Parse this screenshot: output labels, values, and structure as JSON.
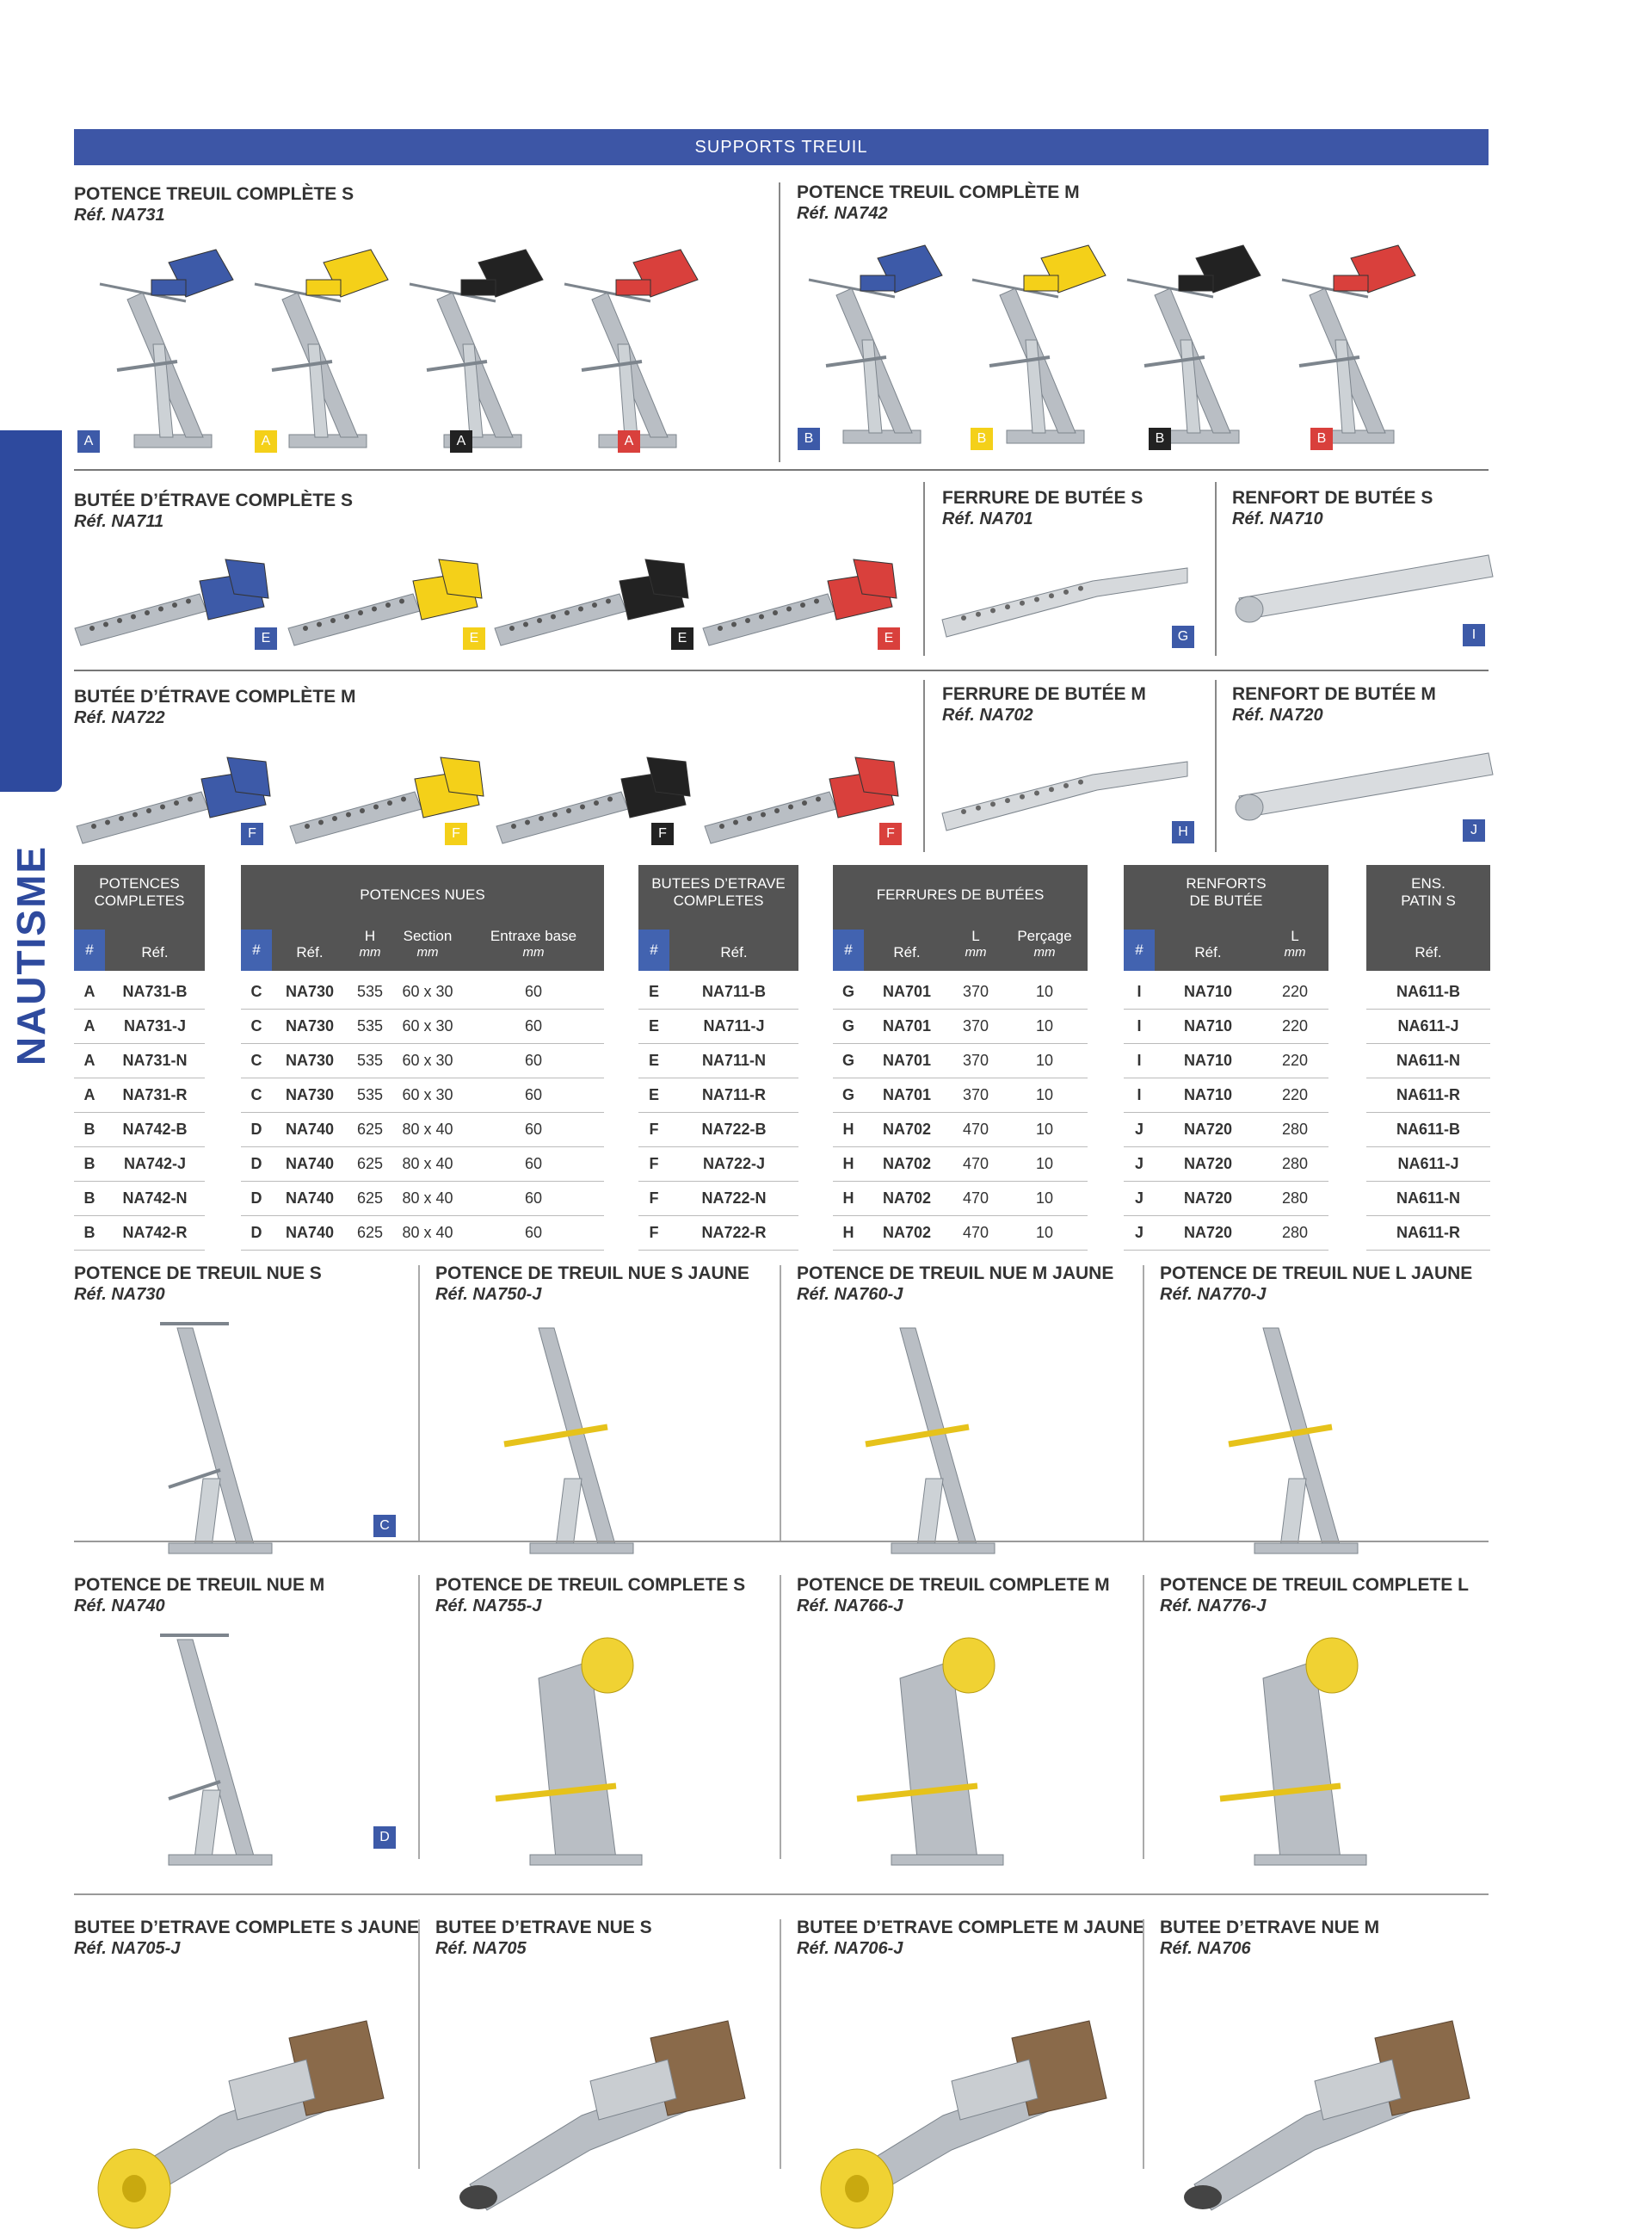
{
  "header": {
    "title": "SUPPORTS TREUIL"
  },
  "sidebar": {
    "label": "NAUTISME"
  },
  "row1": [
    {
      "title": "POTENCE TREUIL COMPLÈTE S",
      "ref": "Réf. NA731",
      "badges": [
        "A",
        "A",
        "A",
        "A"
      ]
    },
    {
      "title": "POTENCE TREUIL COMPLÈTE M",
      "ref": "Réf. NA742",
      "badges": [
        "B",
        "B",
        "B",
        "B"
      ]
    }
  ],
  "row2": [
    {
      "title": "BUTÉE D’ÉTRAVE COMPLÈTE S",
      "ref": "Réf. NA711",
      "badges": [
        "E",
        "E",
        "E",
        "E"
      ]
    },
    {
      "title": "FERRURE DE BUTÉE S",
      "ref": "Réf. NA701",
      "badges": [
        "G"
      ]
    },
    {
      "title": "RENFORT DE BUTÉE S",
      "ref": "Réf. NA710",
      "badges": [
        "I"
      ]
    }
  ],
  "row3": [
    {
      "title": "BUTÉE D’ÉTRAVE COMPLÈTE M",
      "ref": "Réf. NA722",
      "badges": [
        "F",
        "F",
        "F",
        "F"
      ]
    },
    {
      "title": "FERRURE DE BUTÉE M",
      "ref": "Réf. NA702",
      "badges": [
        "H"
      ]
    },
    {
      "title": "RENFORT DE BUTÉE M",
      "ref": "Réf. NA720",
      "badges": [
        "J"
      ]
    }
  ],
  "colors": {
    "blue": "#3d5aa8",
    "yellow": "#f4d019",
    "black": "#222222",
    "red": "#d9403c",
    "galv": "#b9bec4"
  },
  "tables": {
    "potences_completes": {
      "group": [
        "POTENCES",
        "COMPLETES"
      ],
      "cols": [
        "#",
        "Réf."
      ],
      "rows": [
        [
          "A",
          "NA731-B"
        ],
        [
          "A",
          "NA731-J"
        ],
        [
          "A",
          "NA731-N"
        ],
        [
          "A",
          "NA731-R"
        ],
        [
          "B",
          "NA742-B"
        ],
        [
          "B",
          "NA742-J"
        ],
        [
          "B",
          "NA742-N"
        ],
        [
          "B",
          "NA742-R"
        ]
      ]
    },
    "potences_nues": {
      "group": [
        "POTENCES NUES"
      ],
      "cols": [
        "#",
        "Réf.",
        "H",
        "Section",
        "Entraxe base"
      ],
      "units": [
        "",
        "",
        "mm",
        "mm",
        "mm"
      ],
      "rows": [
        [
          "C",
          "NA730",
          "535",
          "60 x 30",
          "60"
        ],
        [
          "C",
          "NA730",
          "535",
          "60 x 30",
          "60"
        ],
        [
          "C",
          "NA730",
          "535",
          "60 x 30",
          "60"
        ],
        [
          "C",
          "NA730",
          "535",
          "60 x 30",
          "60"
        ],
        [
          "D",
          "NA740",
          "625",
          "80 x 40",
          "60"
        ],
        [
          "D",
          "NA740",
          "625",
          "80 x 40",
          "60"
        ],
        [
          "D",
          "NA740",
          "625",
          "80 x 40",
          "60"
        ],
        [
          "D",
          "NA740",
          "625",
          "80 x 40",
          "60"
        ]
      ]
    },
    "butees": {
      "group": [
        "BUTEES D’ETRAVE",
        "COMPLETES"
      ],
      "cols": [
        "#",
        "Réf."
      ],
      "rows": [
        [
          "E",
          "NA711-B"
        ],
        [
          "E",
          "NA711-J"
        ],
        [
          "E",
          "NA711-N"
        ],
        [
          "E",
          "NA711-R"
        ],
        [
          "F",
          "NA722-B"
        ],
        [
          "F",
          "NA722-J"
        ],
        [
          "F",
          "NA722-N"
        ],
        [
          "F",
          "NA722-R"
        ]
      ]
    },
    "ferrures": {
      "group": [
        "FERRURES DE BUTÉES"
      ],
      "cols": [
        "#",
        "Réf.",
        "L",
        "Perçage"
      ],
      "units": [
        "",
        "",
        "mm",
        "mm"
      ],
      "rows": [
        [
          "G",
          "NA701",
          "370",
          "10"
        ],
        [
          "G",
          "NA701",
          "370",
          "10"
        ],
        [
          "G",
          "NA701",
          "370",
          "10"
        ],
        [
          "G",
          "NA701",
          "370",
          "10"
        ],
        [
          "H",
          "NA702",
          "470",
          "10"
        ],
        [
          "H",
          "NA702",
          "470",
          "10"
        ],
        [
          "H",
          "NA702",
          "470",
          "10"
        ],
        [
          "H",
          "NA702",
          "470",
          "10"
        ]
      ]
    },
    "renforts": {
      "group": [
        "RENFORTS",
        "DE BUTÉE"
      ],
      "cols": [
        "#",
        "Réf.",
        "L"
      ],
      "units": [
        "",
        "",
        "mm"
      ],
      "rows": [
        [
          "I",
          "NA710",
          "220"
        ],
        [
          "I",
          "NA710",
          "220"
        ],
        [
          "I",
          "NA710",
          "220"
        ],
        [
          "I",
          "NA710",
          "220"
        ],
        [
          "J",
          "NA720",
          "280"
        ],
        [
          "J",
          "NA720",
          "280"
        ],
        [
          "J",
          "NA720",
          "280"
        ],
        [
          "J",
          "NA720",
          "280"
        ]
      ]
    },
    "patins": {
      "group": [
        "ENS.",
        "PATIN S"
      ],
      "cols": [
        "Réf."
      ],
      "rows": [
        [
          "NA611-B"
        ],
        [
          "NA611-J"
        ],
        [
          "NA611-N"
        ],
        [
          "NA611-R"
        ],
        [
          "NA611-B"
        ],
        [
          "NA611-J"
        ],
        [
          "NA611-N"
        ],
        [
          "NA611-R"
        ]
      ]
    }
  },
  "grid": [
    {
      "title": "POTENCE DE TREUIL NUE S",
      "ref": "Réf. NA730",
      "badge": "C",
      "kind": "bare"
    },
    {
      "title": "POTENCE DE TREUIL NUE S JAUNE",
      "ref": "Réf. NA750-J",
      "badge": "",
      "kind": "bareY"
    },
    {
      "title": "POTENCE DE TREUIL NUE M JAUNE",
      "ref": "Réf. NA760-J",
      "badge": "",
      "kind": "bareY"
    },
    {
      "title": "POTENCE DE TREUIL NUE L JAUNE",
      "ref": "Réf. NA770-J",
      "badge": "",
      "kind": "bareY"
    },
    {
      "title": "POTENCE DE TREUIL NUE M",
      "ref": "Réf. NA740",
      "badge": "D",
      "kind": "bare"
    },
    {
      "title": "POTENCE DE TREUIL COMPLETE S",
      "ref": "Réf. NA755-J",
      "badge": "",
      "kind": "full"
    },
    {
      "title": "POTENCE DE TREUIL COMPLETE M",
      "ref": "Réf. NA766-J",
      "badge": "",
      "kind": "full"
    },
    {
      "title": "POTENCE DE TREUIL COMPLETE L",
      "ref": "Réf. NA776-J",
      "badge": "",
      "kind": "full"
    },
    {
      "title": "BUTEE D’ETRAVE COMPLETE S JAUNE",
      "ref": "Réf. NA705-J",
      "badge": "",
      "kind": "butY"
    },
    {
      "title": "BUTEE D’ETRAVE NUE S",
      "ref": "Réf. NA705",
      "badge": "",
      "kind": "but"
    },
    {
      "title": "BUTEE D’ETRAVE COMPLETE M JAUNE",
      "ref": "Réf. NA706-J",
      "badge": "",
      "kind": "butY"
    },
    {
      "title": "BUTEE D’ETRAVE NUE M",
      "ref": "Réf. NA706",
      "badge": "",
      "kind": "but"
    }
  ]
}
